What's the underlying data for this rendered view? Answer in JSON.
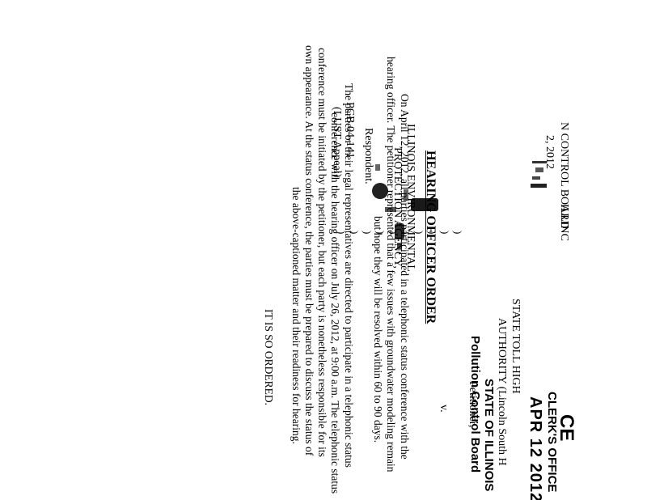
{
  "stamp": {
    "ce": "CE",
    "office": "CLERK'S OFFICE",
    "date": "APR 12 2012",
    "state": "STATE OF ILLINOIS",
    "board": "Pollution Control Board"
  },
  "header": {
    "board_left": "ILLINC",
    "board_right": "N CONTROL BOARD",
    "date_fragment": "2, 2012"
  },
  "caption": {
    "petitioner_line1": "STATE TOLL HIGH",
    "petitioner_line2": "AUTHORITY (Lincoln South H",
    "petitioner_role": "Petitioner,",
    "versus": "v.",
    "respondent_line1": "ILLINOIS ENVIRONMENTAL",
    "respondent_line2": "PROTECTION AGENCY,",
    "respondent_role": "Respondent.",
    "case_number": "PCB 04-141",
    "case_type": "(LUST Appeal)",
    "paren": ")"
  },
  "order": {
    "title": "HEARING OFFICER ORDER",
    "para1": [
      "On April 12, 2012, all parties participated in a telephonic status conference with the",
      "hearing officer.  The petitioner represented that a few issues with groundwater modeling remain",
      "but hope they will be resolved within 60 to 90 days."
    ],
    "para2": [
      "The parties or their legal representatives are directed to participate in a telephonic status",
      "conference with the hearing officer on July 26, 2012, at 9:00 a.m.  The telephonic status",
      "conference must be initiated by the petitioner, but each party is nonetheless responsible for its",
      "own appearance.  At the status conference, the parties must be prepared to discuss the status of",
      "the above-captioned matter and their readiness for hearing."
    ],
    "closing": "IT IS SO ORDERED."
  }
}
